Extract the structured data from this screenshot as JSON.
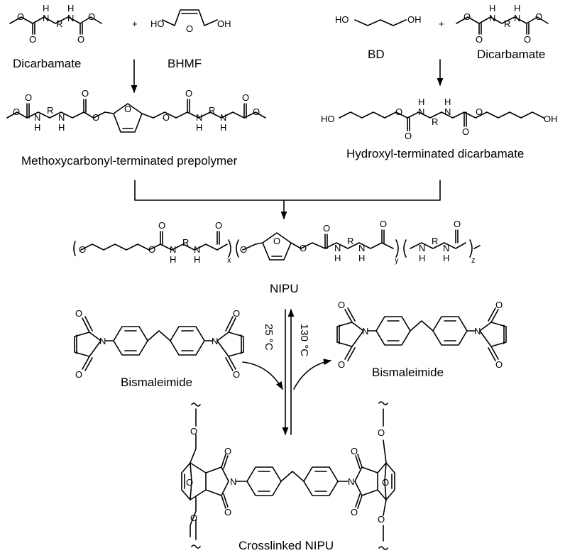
{
  "labels": {
    "dicarbamate_1": "Dicarbamate",
    "bhmf": "BHMF",
    "bd": "BD",
    "dicarbamate_2": "Dicarbamate",
    "prepolymer": "Methoxycarbonyl-terminated prepolymer",
    "hydroxyl_dicarbamate": "Hydroxyl-terminated dicarbamate",
    "nipu": "NIPU",
    "bismaleimide_left": "Bismaleimide",
    "bismaleimide_right": "Bismaleimide",
    "crosslinked": "Crosslinked NIPU"
  },
  "conditions": {
    "forward_temperature": "25 °C",
    "reverse_temperature": "130 °C"
  },
  "operators": {
    "plus_left": "+",
    "plus_right": "+"
  },
  "atoms": {
    "O": "O",
    "N": "N",
    "H": "H",
    "R": "R",
    "HO": "HO",
    "OH": "OH"
  },
  "repeat_subscripts": {
    "x": "x",
    "y": "y",
    "z": "z"
  }
}
